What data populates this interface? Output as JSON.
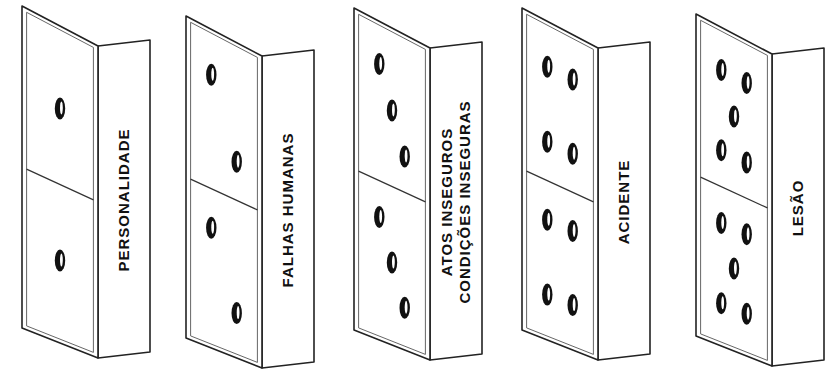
{
  "diagram": {
    "nodes": [
      {
        "text": [
          "PERSONALIDADE"
        ]
      },
      {
        "text": [
          "FALHAS HUMANAS"
        ]
      },
      {
        "text": [
          "ATOS INSEGUROS CONDIÇÕES INSEGURAS"
        ]
      },
      {
        "text": [
          "ACIDENTE"
        ]
      },
      {
        "text": [
          "LESÃO"
        ]
      }
    ]
  }
}
